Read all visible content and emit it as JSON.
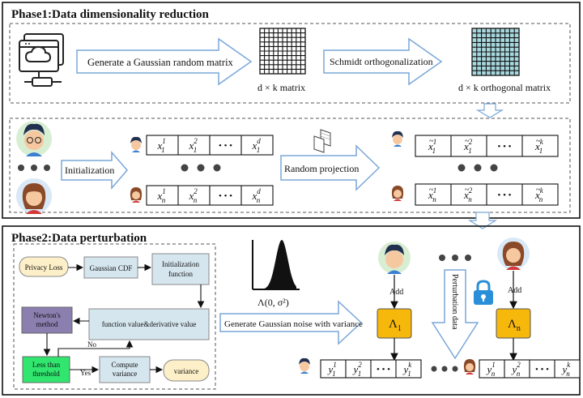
{
  "colors": {
    "arrow_fill": "#ffffff",
    "arrow_stroke": "#7aa7d8",
    "box_blue": "#d6e6ef",
    "box_cream": "#fdf0c8",
    "box_purple": "#8b7fb0",
    "box_green": "#30e66f",
    "box_yellow": "#f7b80c",
    "ortho_fill": "#a8d8df",
    "lock": "#2a8fd8"
  },
  "phase1": {
    "title": "Phase1:Data dimensionality reduction",
    "gen_matrix_label": "Generate a Gaussian random matrix",
    "matrix_caption": "d × k matrix",
    "schmidt_label": "Schmidt orthogonalization",
    "ortho_caption": "d × k orthogonal matrix",
    "init_label": "Initialization",
    "proj_label": "Random projection",
    "row_top": [
      "x",
      "x",
      "x"
    ],
    "row_top_subs": [
      "1",
      "1",
      "1"
    ],
    "row_top_sups": [
      "1",
      "2",
      "d"
    ],
    "row_bot_subs": [
      "n",
      "n",
      "n"
    ],
    "row_bot_sups": [
      "1",
      "2",
      "d"
    ],
    "trow_top_sups": [
      "1",
      "2",
      "k"
    ],
    "trow_bot_sups": [
      "1",
      "2",
      "k"
    ],
    "ellipsis": "• • •"
  },
  "phase2": {
    "title": "Phase2:Data perturbation",
    "privacy_loss": "Privacy Loss",
    "gaussian_cdf": "Gaussian CDF",
    "init_function": "Initialization function",
    "func_value": "function value&derivative value",
    "newton": "Newton's method",
    "less_than": "Less than threshold",
    "compute_variance": "Compute variance",
    "variance": "variance",
    "yes": "Yes",
    "no": "No",
    "dist_label": "Λ(0, σ²)",
    "gen_noise": "Generate Gaussian noise with variance",
    "add": "Add",
    "lambda1": "Λ",
    "lambda1_sub": "1",
    "lambdan": "Λ",
    "lambdan_sub": "n",
    "perturbation": "Perturbation data",
    "y_sups_1": [
      "1",
      "2",
      "k"
    ],
    "y_subs_1": [
      "1",
      "1",
      "1"
    ],
    "y_sups_n": [
      "1",
      "2",
      "k"
    ],
    "y_subs_n": [
      "n",
      "n",
      "n"
    ]
  }
}
